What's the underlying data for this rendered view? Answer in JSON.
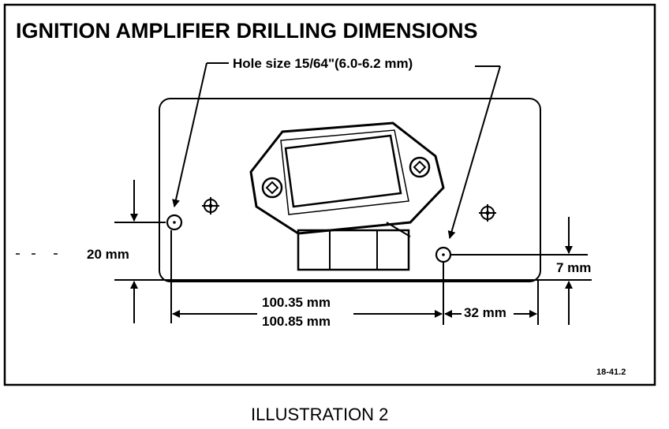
{
  "title": "IGNITION AMPLIFIER DRILLING DIMENSIONS",
  "hole_size_label": "Hole size 15/64\"(6.0-6.2 mm)",
  "dimensions": {
    "height_left": "20 mm",
    "height_right": "7 mm",
    "span_min": "100.35 mm",
    "span_max": "100.85 mm",
    "offset": "32 mm"
  },
  "figure_code": "18-41.2",
  "caption": "ILLUSTRATION 2"
}
